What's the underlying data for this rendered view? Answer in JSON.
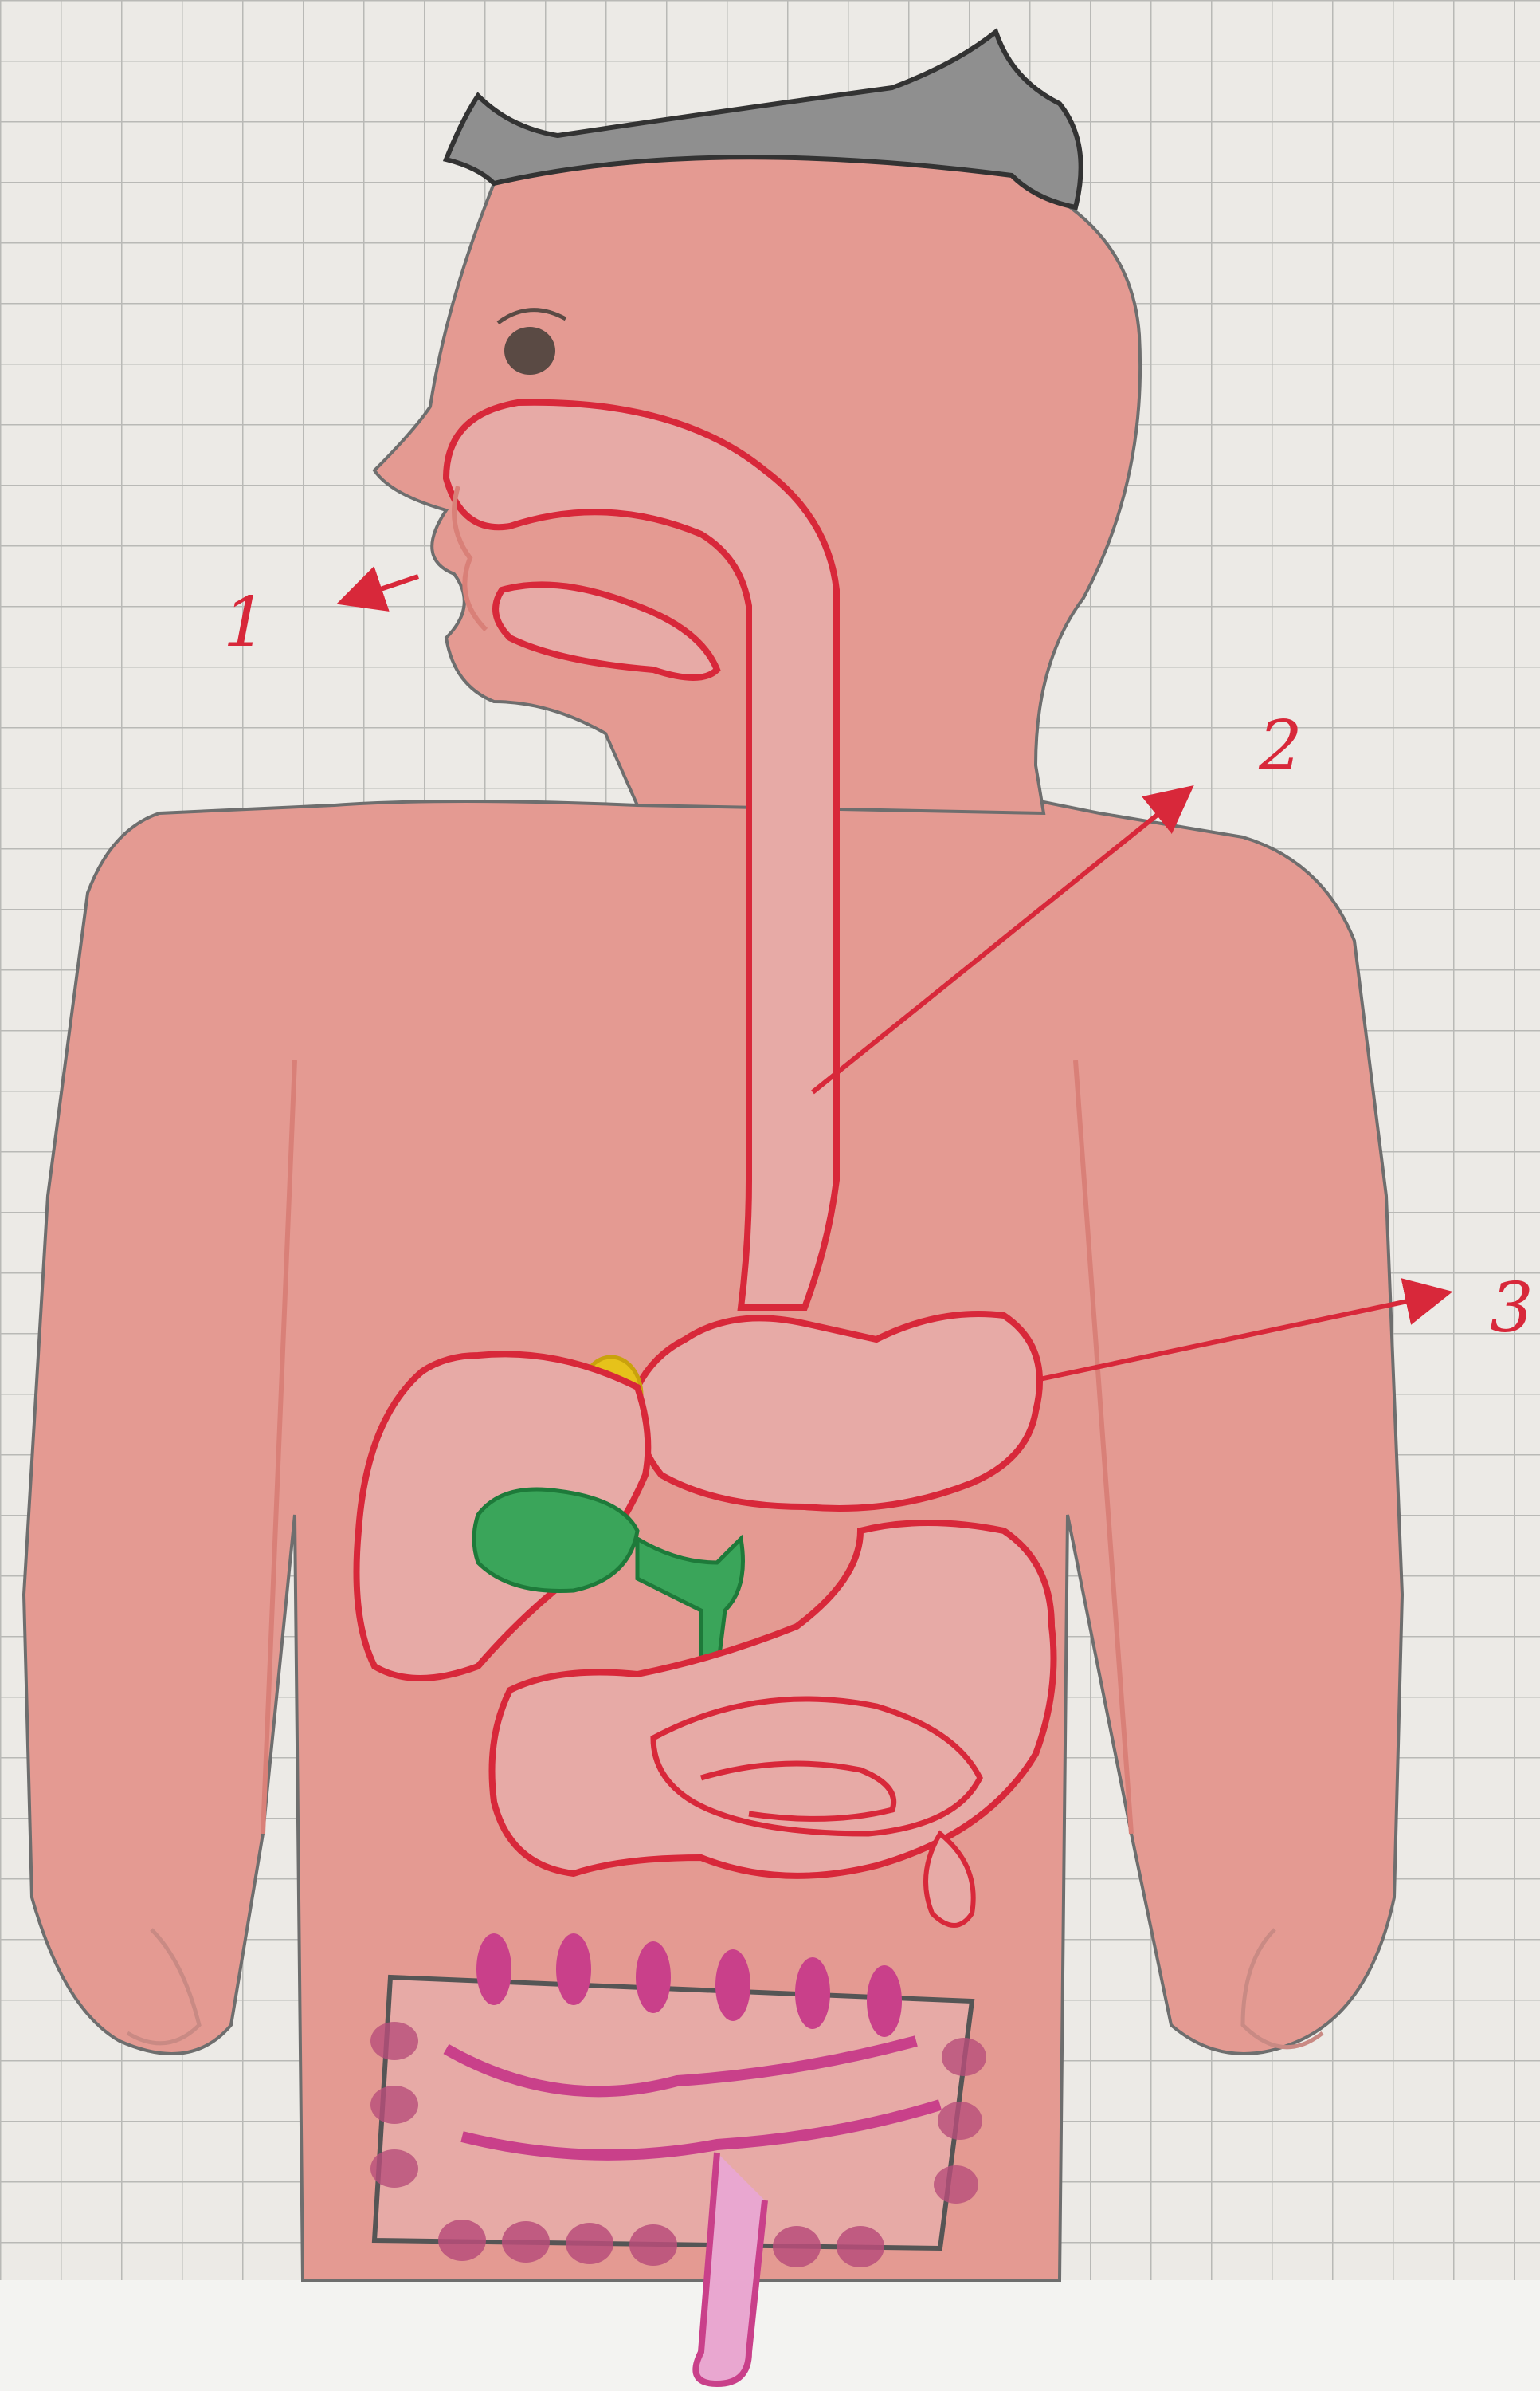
{
  "colors": {
    "paper": "#eceae6",
    "grid": "#b9b9b6",
    "skin": "#e49a92",
    "skin_dark": "#d98078",
    "outline_red": "#d8283a",
    "organ_fill": "#e7aaa6",
    "hair": "#8f8f8f",
    "liver_green": "#3aa55a",
    "pancreas_yellow": "#e6c21a",
    "intestine_magenta": "#c9408a",
    "pencil_outline": "#6e6e6e"
  },
  "labels": {
    "one": "1",
    "two": "2",
    "three": "3"
  }
}
